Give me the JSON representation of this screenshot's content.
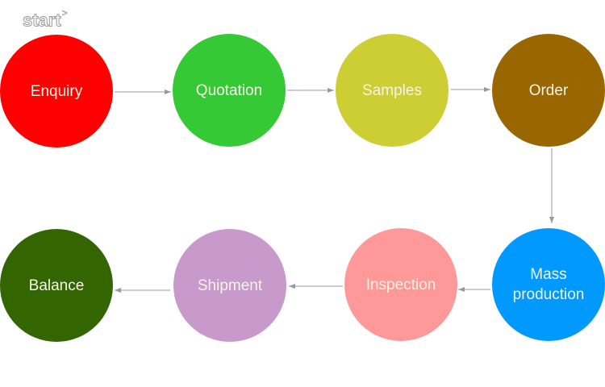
{
  "logo": {
    "text": "start",
    "mark": ">"
  },
  "nodes": [
    {
      "id": "enquiry",
      "label": "Enquiry",
      "color": "#ff0000"
    },
    {
      "id": "quotation",
      "label": "Quotation",
      "color": "#36c936"
    },
    {
      "id": "samples",
      "label": "Samples",
      "color": "#cdcd34"
    },
    {
      "id": "order",
      "label": "Order",
      "color": "#996600"
    },
    {
      "id": "mass-production",
      "label_line1": "Mass",
      "label_line2": "production",
      "color": "#0099ff"
    },
    {
      "id": "inspection",
      "label": "Inspection",
      "color": "#ff9999"
    },
    {
      "id": "shipment",
      "label": "Shipment",
      "color": "#c899cb"
    },
    {
      "id": "balance",
      "label": "Balance",
      "color": "#336600"
    }
  ],
  "flow": [
    "Enquiry",
    "Quotation",
    "Samples",
    "Order",
    "Mass production",
    "Inspection",
    "Shipment",
    "Balance"
  ],
  "arrow_color": "#999999"
}
